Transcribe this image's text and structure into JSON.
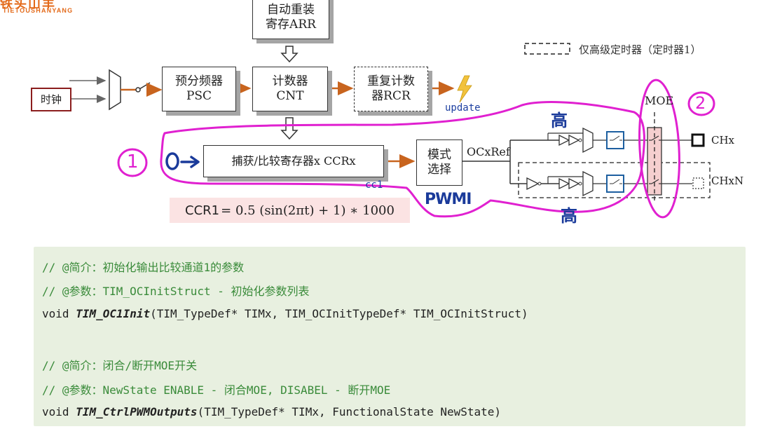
{
  "logo": {
    "main": "铁头山羊",
    "sub": "TIETOUSHANYANG"
  },
  "diagram": {
    "clock_label": "时钟",
    "arr_box": {
      "line1": "自动重装",
      "line2": "寄存ARR"
    },
    "psc_box": {
      "line1": "预分频器",
      "line2": "PSC"
    },
    "cnt_box": {
      "line1": "计数器",
      "line2": "CNT"
    },
    "rcr_box": {
      "line1": "重复计数",
      "line2": "器RCR"
    },
    "update_label": "update",
    "ccr_box": "捕获/比较寄存器x CCRx",
    "cc1_label": "cc1",
    "mode_box": {
      "line1": "模式",
      "line2": "选择"
    },
    "ocxref_label": "OCxRef",
    "moe_label": "MOE",
    "chx_label": "CHx",
    "chxn_label": "CHxN",
    "legend_label": "仅高级定时器（定时器1）",
    "formula": {
      "lhs": "CCR1",
      "rhs": "= 0.5 (sin(2πt) + 1) ∗ 1000"
    }
  },
  "annotations": {
    "circle_1": "1",
    "circle_2": "2",
    "zero_arrow": "0→",
    "pwm_label": "PWMI",
    "high_top": "高",
    "high_bottom": "高"
  },
  "code": {
    "line1": "// @简介：初始化输出比较通道1的参数",
    "line2": "// @参数：TIM_OCInitStruct - 初始化参数列表",
    "line3_prefix": "void ",
    "line3_func": "TIM_OC1Init",
    "line3_args": "(TIM_TypeDef* TIMx, TIM_OCInitTypeDef* TIM_OCInitStruct)",
    "line4": "// @简介：闭合/断开MOE开关",
    "line5": "// @参数：NewState ENABLE - 闭合MOE, DISABEL - 断开MOE",
    "line6_prefix": "void ",
    "line6_func": "TIM_CtrlPWMOutputs",
    "line6_args": "(TIM_TypeDef* TIMx, FunctionalState NewState)"
  },
  "colors": {
    "arrow_orange": "#c8641e",
    "annotation_magenta": "#e020d0",
    "annotation_blue": "#1a3a9a",
    "code_comment": "#3a8b3a",
    "panel_green": "#e8f0e0",
    "formula_pink": "#fbe3e3",
    "logo_orange": "#e36a1a"
  }
}
